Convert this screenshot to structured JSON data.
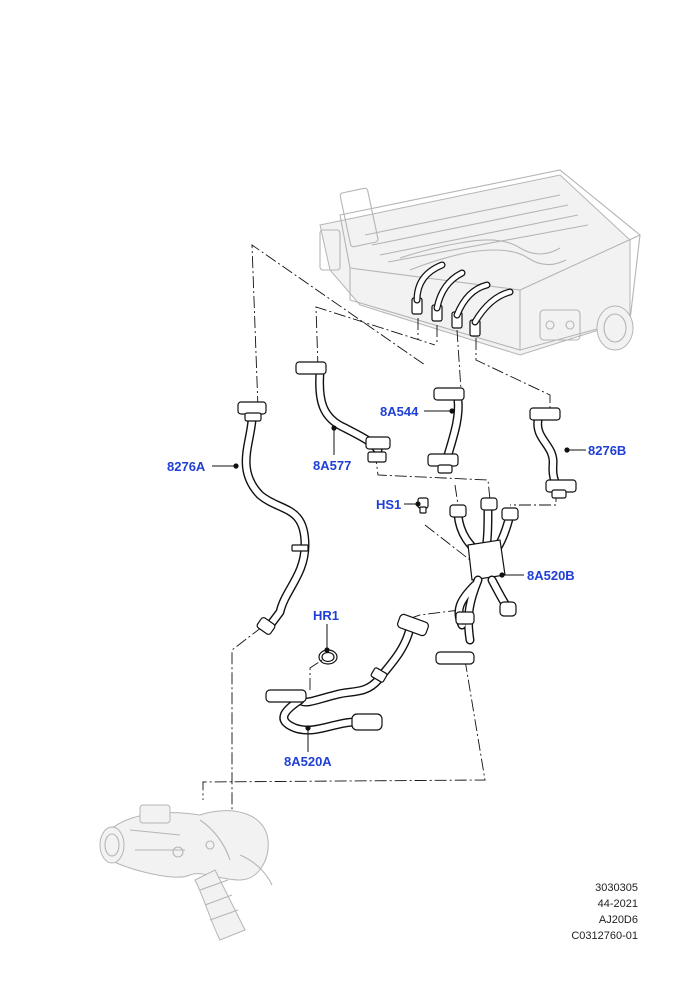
{
  "callouts": {
    "c_8276A": "8276A",
    "c_8A577": "8A577",
    "c_8A544": "8A544",
    "c_8276B": "8276B",
    "c_HS1": "HS1",
    "c_8A520B": "8A520B",
    "c_HR1": "HR1",
    "c_8A520A": "8A520A"
  },
  "footer": {
    "line1": "3030305",
    "line2": "44-2021",
    "line3": "AJ20D6",
    "line4": "C0312760-01"
  },
  "colors": {
    "callout_text": "#1f3fd6",
    "line_art": "#111111",
    "ghost_component": "#b5b5b5"
  }
}
